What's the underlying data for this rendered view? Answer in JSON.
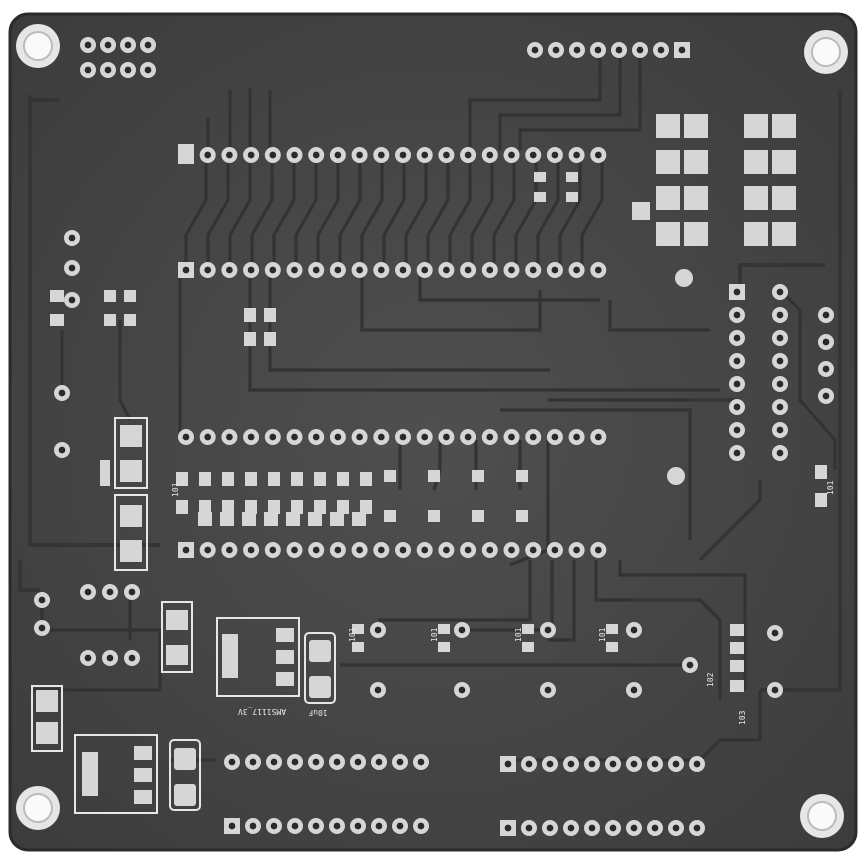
{
  "image": {
    "kind": "photo",
    "subject": "bare printed circuit board, top side, grayscale"
  },
  "colors": {
    "background": "#ffffff",
    "board": "#474747",
    "board_edge": "#2b2b2b",
    "trace": "#343434",
    "pad": "#d6d6d6",
    "pad_hole": "#2a2a2a",
    "silkscreen": "#e8e8e8"
  },
  "silkscreen_text": {
    "regulator_1": "AMS1117_3V",
    "cap_label": "10uF",
    "res_a": "101",
    "res_b": "101",
    "res_c": "101",
    "res_d": "101",
    "res_e": "101",
    "res_f": "103",
    "res_g": "102",
    "res_right": "101"
  }
}
